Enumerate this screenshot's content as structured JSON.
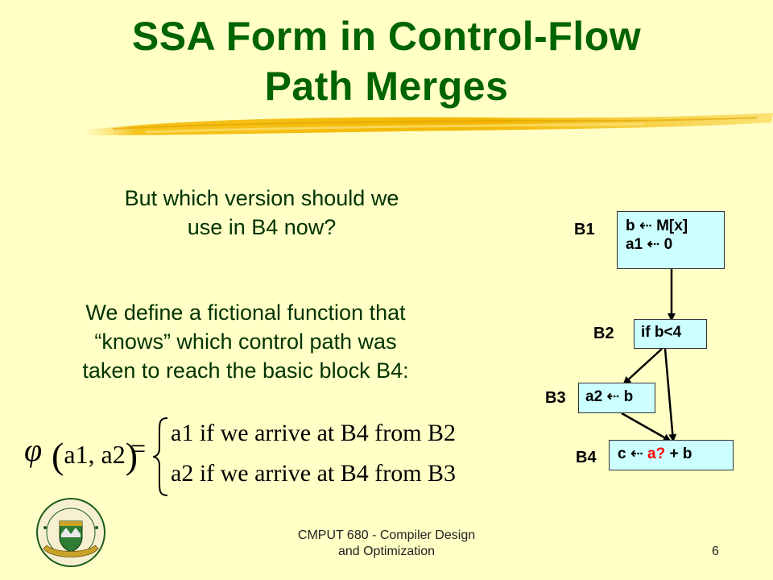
{
  "slide": {
    "title_line1": "SSA Form in Control-Flow",
    "title_line2": "Path Merges",
    "para1_line1": "But  which version should we",
    "para1_line2": "use in B4 now?",
    "para2_line1": "We define a fictional function that",
    "para2_line2": "“knows” which control path was",
    "para2_line3": "taken to reach the basic block B4:",
    "page_number": "6"
  },
  "formula": {
    "phi": "φ",
    "args": "a1, a2",
    "equals": "=",
    "case1": "a1 if  we arrive at B4 from B2",
    "case2": "a2 if  we arrive at B4 from B3"
  },
  "diagram": {
    "b1_label": "B1",
    "b1_line1": "b ⇠ M[x]",
    "b1_line2": "a1 ⇠ 0",
    "b2_label": "B2",
    "b2_line1": "if b<4",
    "b3_label": "B3",
    "b3_line1": "a2 ⇠ b",
    "b4_label": "B4",
    "b4_prefix": "c ⇠ ",
    "b4_highlight": "a?",
    "b4_suffix": " + b"
  },
  "footer": {
    "line1": "CMPUT 680 - Compiler Design",
    "line2": "and Optimization"
  },
  "colors": {
    "background": "#ffffc6",
    "title": "#006400",
    "block_fill": "#ccffff",
    "highlight": "#ff0000"
  }
}
